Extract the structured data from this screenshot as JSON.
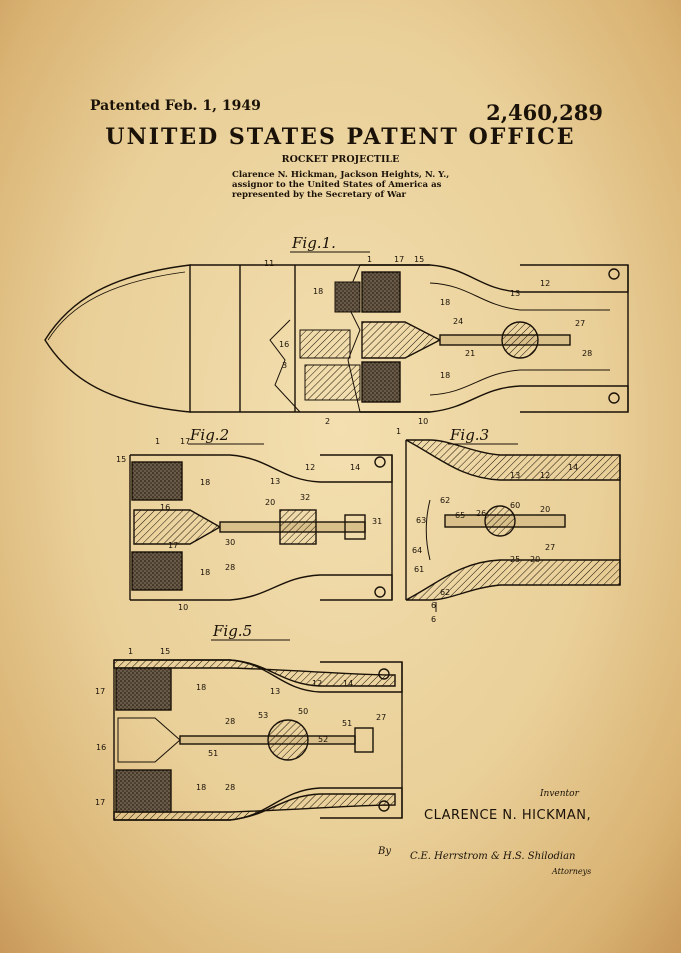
{
  "header": {
    "patented": "Patented Feb. 1, 1949",
    "patent_number": "2,460,289",
    "office": "UNITED STATES PATENT OFFICE"
  },
  "title": "ROCKET PROJECTILE",
  "assignor_text": "Clarence N. Hickman, Jackson Heights, N. Y., assignor to the United States of America as represented by the Secretary of War",
  "figures": {
    "fig1": "Fig.1.",
    "fig2": "Fig.2",
    "fig3": "Fig.3",
    "fig5": "Fig.5"
  },
  "signature": {
    "inventor_label": "Inventor",
    "inventor_name": "CLARENCE N. HICKMAN,",
    "by": "By",
    "attorneys_signature": "C.E. Herrstrom & H.S. Shilodian",
    "attorneys_label": "Attorneys"
  },
  "colors": {
    "ink": "#1a1208",
    "paper": "#efd9a6"
  }
}
